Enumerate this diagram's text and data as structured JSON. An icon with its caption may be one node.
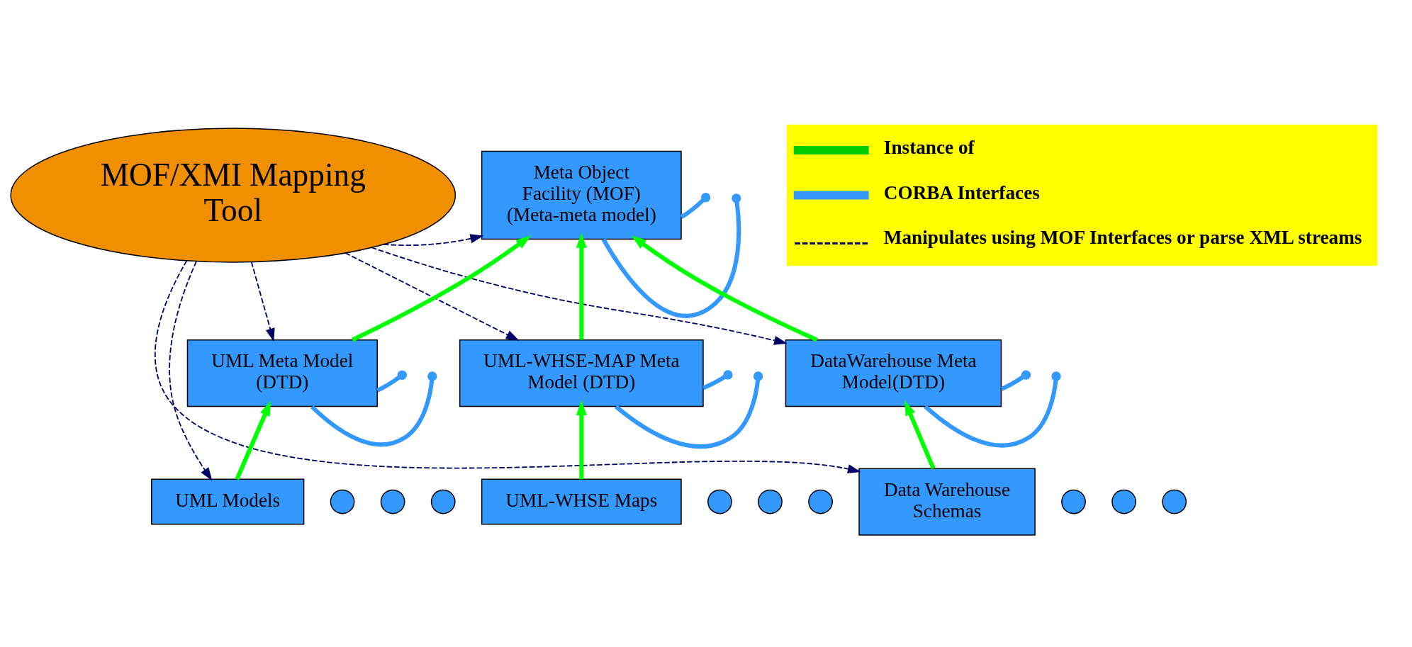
{
  "diagram": {
    "nodes": [
      {
        "text": [
          "MOF/XMI Mapping Tool"
        ]
      },
      {
        "text": [
          "Meta Object Facility (MOF) (Meta-meta model)"
        ]
      },
      {
        "text": [
          "UML Meta Model (DTD)"
        ]
      },
      {
        "text": [
          "UML-WHSE-MAP Meta Model (DTD)"
        ]
      },
      {
        "text": [
          "DataWarehouse Meta Model(DTD)"
        ]
      },
      {
        "text": [
          "UML Models"
        ]
      },
      {
        "text": [],
        "shape": "circle"
      },
      {
        "text": [],
        "shape": "circle"
      },
      {
        "text": [],
        "shape": "circle"
      },
      {
        "text": [
          "UML-WHSE Maps"
        ]
      },
      {
        "text": [],
        "shape": "circle"
      },
      {
        "text": [],
        "shape": "circle"
      },
      {
        "text": [],
        "shape": "circle"
      },
      {
        "text": [
          "Data Warehouse Schemas"
        ]
      },
      {
        "text": [],
        "shape": "circle"
      },
      {
        "text": [],
        "shape": "circle"
      },
      {
        "text": [],
        "shape": "circle"
      }
    ],
    "edges": [
      {
        "from": 0,
        "to": 1,
        "arrow": "to",
        "style": "dashed",
        "color": "#000066"
      },
      {
        "from": 0,
        "to": 2,
        "arrow": "to",
        "style": "dashed",
        "color": "#000066"
      },
      {
        "from": 0,
        "to": 5,
        "arrow": "to",
        "style": "dashed",
        "color": "#000066"
      },
      {
        "from": 0,
        "to": 3,
        "arrow": "to",
        "style": "dashed",
        "color": "#000066"
      },
      {
        "from": 0,
        "to": 13,
        "arrow": "to",
        "style": "dashed",
        "color": "#000066"
      },
      {
        "from": 0,
        "to": 4,
        "arrow": "to",
        "style": "dashed",
        "color": "#000066"
      },
      {
        "from": 2,
        "to": 1,
        "arrow": "to",
        "color": "#00ff00"
      },
      {
        "from": 3,
        "to": 1,
        "arrow": "to",
        "color": "#00ff00"
      },
      {
        "from": 4,
        "to": 1,
        "arrow": "to",
        "color": "#00ff00"
      },
      {
        "from": 5,
        "to": 2,
        "arrow": "to",
        "color": "#00ff00"
      },
      {
        "from": 9,
        "to": 3,
        "arrow": "to",
        "color": "#00ff00"
      },
      {
        "from": 13,
        "to": 4,
        "arrow": "to",
        "color": "#00ff00"
      },
      {
        "from": 1,
        "to": null,
        "arrow": "other",
        "color": "#3399ff"
      },
      {
        "from": 1,
        "to": null,
        "arrow": "other",
        "color": "#3399ff"
      },
      {
        "from": 2,
        "to": null,
        "arrow": "other",
        "color": "#3399ff"
      },
      {
        "from": 2,
        "to": null,
        "arrow": "other",
        "color": "#3399ff"
      },
      {
        "from": 3,
        "to": null,
        "arrow": "other",
        "color": "#3399ff"
      },
      {
        "from": 3,
        "to": null,
        "arrow": "other",
        "color": "#3399ff"
      },
      {
        "from": 4,
        "to": null,
        "arrow": "other",
        "color": "#3399ff"
      },
      {
        "from": 4,
        "to": null,
        "arrow": "other",
        "color": "#3399ff"
      }
    ],
    "legend": [
      {
        "text": "Instance of"
      },
      {
        "text": "CORBA Interfaces"
      },
      {
        "text": "Manipulates using MOF Interfaces or parse XML streams"
      }
    ]
  }
}
